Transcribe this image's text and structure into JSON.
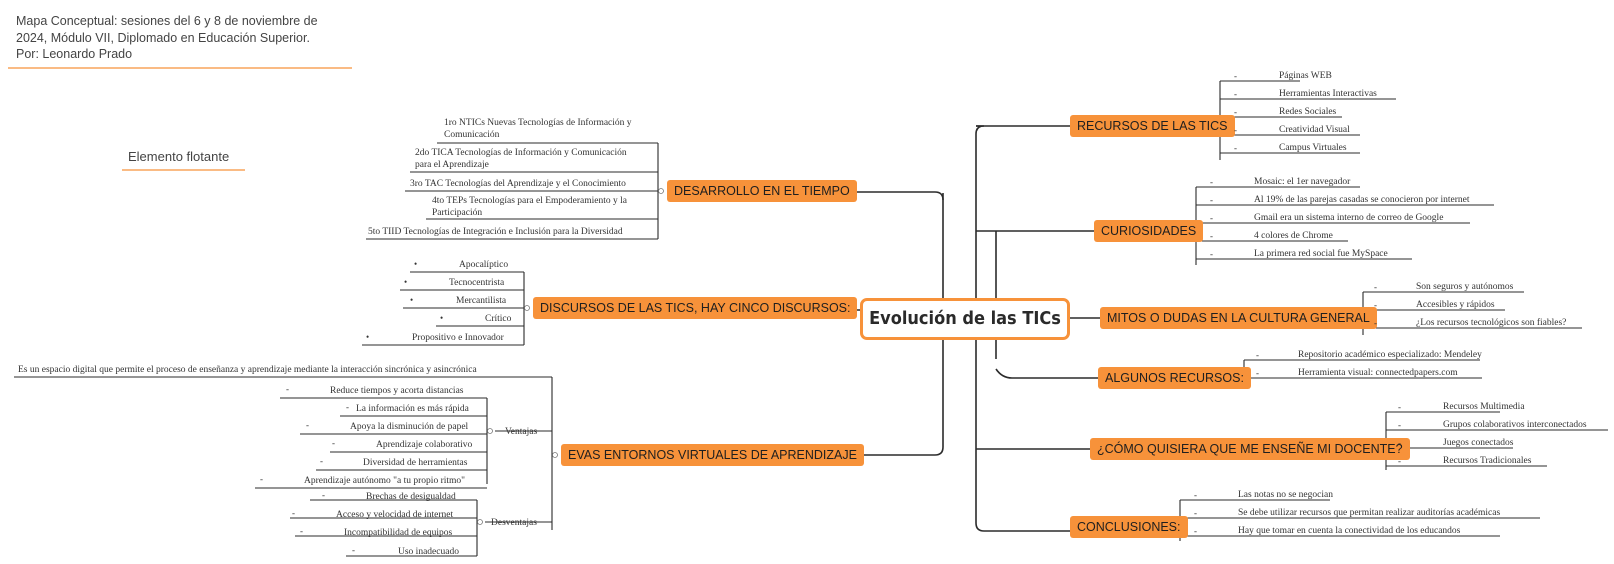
{
  "note": {
    "line1": "Mapa Conceptual: sesiones del 6 y 8 de noviembre de",
    "line2": "2024, Módulo VII, Diplomado en Educación Superior.",
    "line3": "Por: Leonardo Prado"
  },
  "floating": "Elemento flotante",
  "central": "Evolución de las TICs",
  "colors": {
    "accent": "#f7923a",
    "line": "#2b2b2b"
  },
  "left": {
    "desarrollo": {
      "label": "DESARROLLO EN EL TIEMPO",
      "items": [
        {
          "l1": "1ro NTICs Nuevas Tecnologías de Información y",
          "l2": "Comunicación"
        },
        {
          "l1": "2do TICA Tecnologías de Información y Comunicación",
          "l2": "para el Aprendizaje"
        },
        {
          "l1": "3ro TAC Tecnologías del Aprendizaje y el Conocimiento",
          "l2": ""
        },
        {
          "l1": "4to TEPs Tecnologías para el Empoderamiento y la",
          "l2": "Participación"
        },
        {
          "l1": "5to TIID Tecnologías de Integración e Inclusión para la Diversidad",
          "l2": ""
        }
      ]
    },
    "discursos": {
      "label": "DISCURSOS DE LAS TICS, HAY CINCO DISCURSOS:",
      "bullet": "•",
      "items": [
        "Apocalíptico",
        "Tecnocentrista",
        "Mercantilista",
        "Crítico",
        "Propositivo e Innovador"
      ]
    },
    "evas": {
      "label": "EVAS ENTORNOS VIRTUALES DE APRENDIZAJE",
      "definition": "Es un espacio digital que permite el proceso de enseñanza y aprendizaje mediante la interacción sincrónica y asincrónica",
      "ventajas": {
        "label": "Ventajas",
        "items": [
          "Reduce tiempos y acorta distancias",
          "La información es más rápida",
          "Apoya la disminución de papel",
          "Aprendizaje colaborativo",
          "Diversidad de herramientas",
          "Aprendizaje autónomo \"a tu propio ritmo\""
        ]
      },
      "desventajas": {
        "label": "Desventajas",
        "items": [
          "Brechas de desigualdad",
          "Acceso y velocidad de internet",
          "Incompatibilidad de equipos",
          "Uso inadecuado"
        ]
      }
    }
  },
  "right": {
    "recursos": {
      "label": "RECURSOS DE LAS TICS",
      "items": [
        "Páginas WEB",
        "Herramientas Interactivas",
        "Redes Sociales",
        "Creatividad Visual",
        "Campus Virtuales"
      ]
    },
    "curiosidades": {
      "label": "CURIOSIDADES",
      "items": [
        "Mosaic: el 1er navegador",
        "Al 19% de las parejas casadas se conocieron por internet",
        "Gmail era un sistema interno de correo de Google",
        "4 colores de Chrome",
        "La primera red social fue MySpace"
      ]
    },
    "mitos": {
      "label": "MITOS O DUDAS EN LA CULTURA GENERAL",
      "items": [
        "Son seguros y autónomos",
        "Accesibles y rápidos",
        "¿Los recursos tecnológicos son fiables?"
      ]
    },
    "algunos": {
      "label": "ALGUNOS RECURSOS:",
      "items": [
        "Repositorio académico especializado: Mendeley",
        "Herramienta visual: connectedpapers.com"
      ]
    },
    "docente": {
      "label": "¿CÓMO QUISIERA QUE ME ENSEÑE MI DOCENTE?",
      "items": [
        "Recursos Multimedia",
        "Grupos colaborativos interconectados",
        "Juegos conectados",
        "Recursos Tradicionales"
      ]
    },
    "conclusiones": {
      "label": "CONCLUSIONES:",
      "items": [
        "Las notas no se negocian",
        "Se debe utilizar recursos que permitan realizar auditorías académicas",
        "Hay que tomar en cuenta la conectividad de los educandos"
      ]
    }
  },
  "dash": "-"
}
